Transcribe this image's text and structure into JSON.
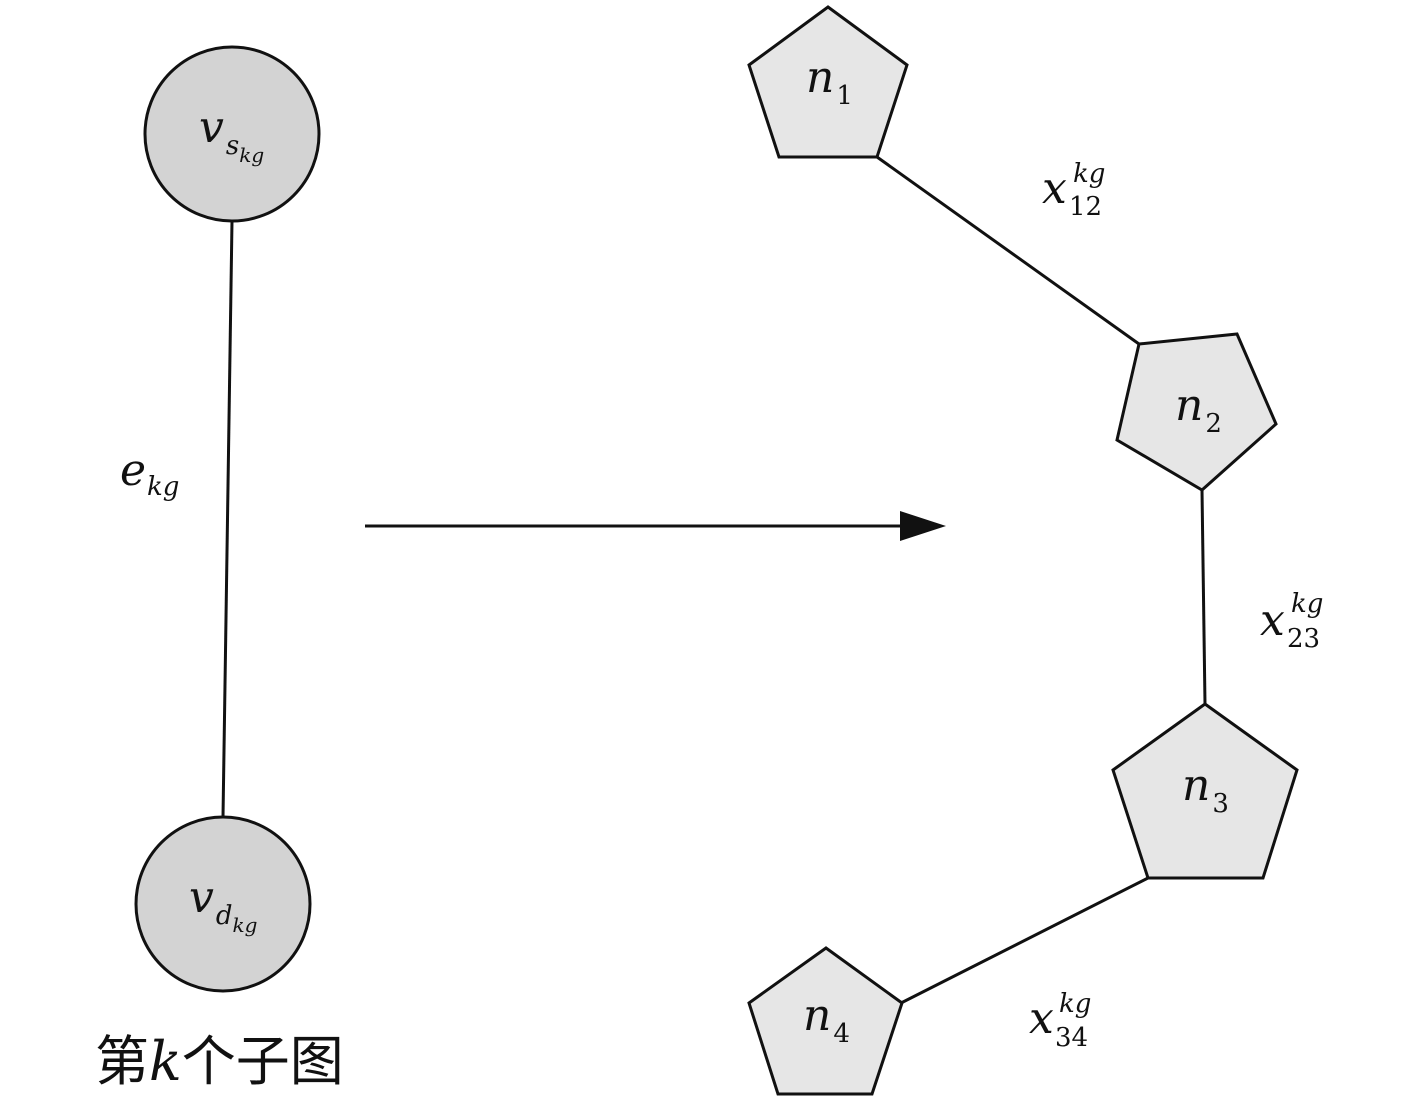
{
  "colors": {
    "stroke": "#111111",
    "circle_fill": "#d3d3d3",
    "pentagon_fill": "#e6e6e6"
  },
  "left": {
    "source_vertex": {
      "main": "v",
      "sub": "s",
      "subsub": "kg"
    },
    "dest_vertex": {
      "main": "v",
      "sub": "d",
      "subsub": "kg"
    },
    "edge": {
      "main": "e",
      "sub": "kg"
    },
    "caption": {
      "pre": "第",
      "var": "k",
      "post": "个子图"
    }
  },
  "right": {
    "nodes": [
      {
        "main": "n",
        "sub": "1"
      },
      {
        "main": "n",
        "sub": "2"
      },
      {
        "main": "n",
        "sub": "3"
      },
      {
        "main": "n",
        "sub": "4"
      }
    ],
    "edges": [
      {
        "main": "x",
        "sup": "kg",
        "sub": "12"
      },
      {
        "main": "x",
        "sup": "kg",
        "sub": "23"
      },
      {
        "main": "x",
        "sup": "kg",
        "sub": "34"
      }
    ]
  }
}
